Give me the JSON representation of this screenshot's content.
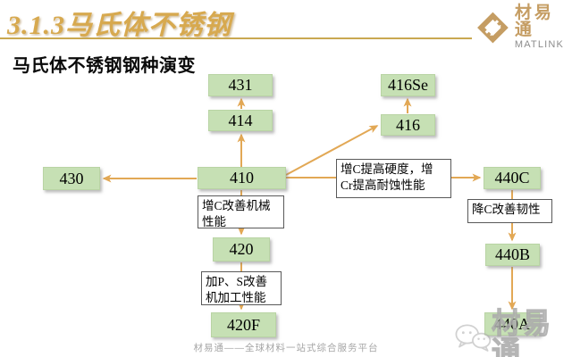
{
  "slide": {
    "title": "3.1.3马氏体不锈钢",
    "subtitle": "马氏体不锈钢钢种演变",
    "logo": {
      "name": "材易通",
      "tagline": "MATLINK",
      "icon": "matlink-diamond-icon"
    },
    "footer": "材易通——全球材料一站式综合服务平台",
    "watermark": {
      "text": "材易通",
      "icon": "wechat-icon"
    }
  },
  "diagram": {
    "type": "flowchart",
    "nodes": [
      {
        "id": "431",
        "label": "431"
      },
      {
        "id": "414",
        "label": "414"
      },
      {
        "id": "410",
        "label": "410"
      },
      {
        "id": "430",
        "label": "430"
      },
      {
        "id": "416Se",
        "label": "416Se"
      },
      {
        "id": "416",
        "label": "416"
      },
      {
        "id": "440C",
        "label": "440C"
      },
      {
        "id": "420",
        "label": "420"
      },
      {
        "id": "420F",
        "label": "420F"
      },
      {
        "id": "440B",
        "label": "440B"
      },
      {
        "id": "440A",
        "label": "440A"
      }
    ],
    "annotations": [
      {
        "label": "增C改善机械\n性能"
      },
      {
        "label": "增C提高硬度，增\nCr提高耐蚀性能"
      },
      {
        "label": "降C改善韧性"
      },
      {
        "label": "加P、S改善\n机加工性能"
      }
    ],
    "edges": [
      "410→414",
      "414→431",
      "410→430",
      "410→416",
      "416→416Se",
      "410→440C",
      "410→420",
      "420→420F",
      "440C→440B",
      "440B→440A"
    ]
  },
  "colors": {
    "accent_gold": "#D7A94F",
    "arrow_gold": "#E2A855",
    "node_fill": "#C6E0B4",
    "node_border": "#B9D4A4",
    "logo_gold": "#C59D63",
    "footer_gray": "#A6A6A6"
  }
}
